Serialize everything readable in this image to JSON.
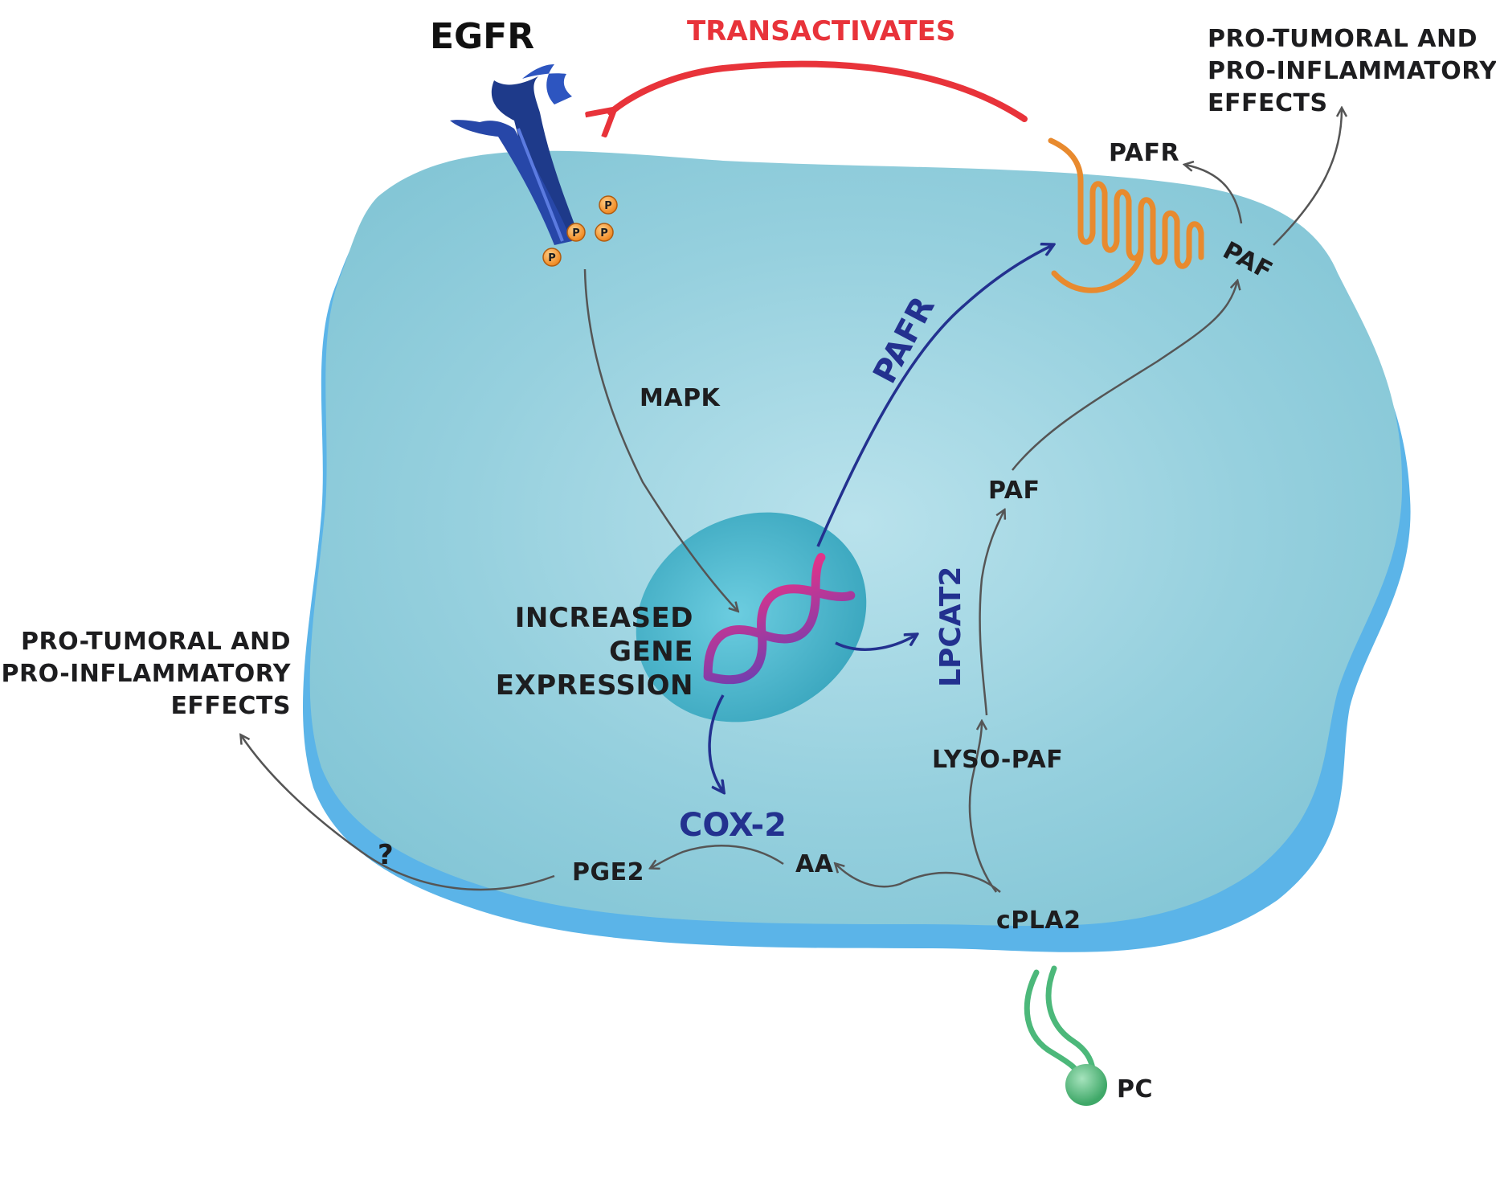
{
  "colors": {
    "cell_fill": "#8ccbd9",
    "cell_edge": "#5bb4e8",
    "nucleus_fill": "#4fb6cc",
    "dark_blue_arrow": "#23318f",
    "gray_arrow": "#555555",
    "red_arrow": "#e8333a",
    "orange_receptor": "#e88a2e",
    "green_pc": "#4cb87a",
    "phospho_orange": "#f39a3a",
    "egfr_blue": "#1e3a8a"
  },
  "labels": {
    "egfr": "EGFR",
    "transactivates": "TRANSACTIVATES",
    "mapk": "MAPK",
    "pafr_dna_arrow": "PAFR",
    "pafr_receptor": "PAFR",
    "paf_membrane": "PAF",
    "paf_inside": "PAF",
    "lpcat2": "LPCAT2",
    "lyso_paf": "LYSO-PAF",
    "cpla2": "cPLA2",
    "pc": "PC",
    "aa": "AA",
    "pge2": "PGE2",
    "cox2": "COX-2",
    "question": "?",
    "phospho": "P",
    "gene_expression": [
      "INCREASED",
      "GENE",
      "EXPRESSION"
    ],
    "effects_right": [
      "PRO-TUMORAL AND",
      "PRO-INFLAMMATORY",
      "EFFECTS"
    ],
    "effects_left": [
      "PRO-TUMORAL AND",
      "PRO-INFLAMMATORY",
      "EFFECTS"
    ]
  },
  "icons": {
    "egfr_receptor": "egfr-receptor-icon",
    "pafr_receptor": "gpcr-receptor-icon",
    "dna": "dna-helix-icon",
    "phosphate": "phosphate-icon",
    "phospholipid": "phospholipid-icon"
  }
}
